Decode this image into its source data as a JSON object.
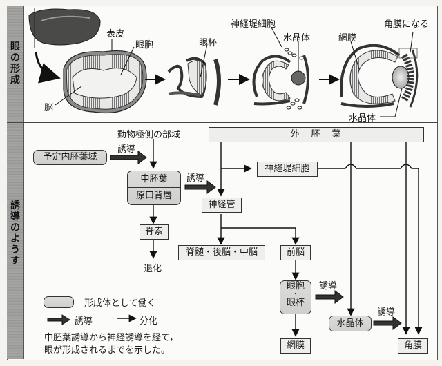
{
  "sections": {
    "eye_formation": {
      "label": "眼の形成"
    },
    "induction": {
      "label": "誘導のようす"
    }
  },
  "eye_formation": {
    "labels": {
      "epidermis": "表皮",
      "optic_vesicle": "眼胞",
      "brain": "脳",
      "optic_cup": "眼杯",
      "neural_crest_cells": "神経堤細胞",
      "lens_1": "水晶体",
      "retina": "網膜",
      "becomes_cornea": "角膜になる",
      "lens_2": "水晶体"
    }
  },
  "flow": {
    "animal_pole_region": "動物極側の部域",
    "induction_label": "誘導",
    "presumptive_endoderm": "予定内胚葉域",
    "mesoderm": "中胚葉",
    "dorsal_lip": "原口背唇",
    "notochord": "脊索",
    "regression": "退化",
    "ectoderm": "外　胚　葉",
    "neural_crest_cells": "神経堤細胞",
    "neural_tube": "神経管",
    "spinal_cord_group": "脊髄・後脳・中脳",
    "forebrain": "前脳",
    "optic_vesicle": "眼胞",
    "dot": "・",
    "optic_cup": "眼杯",
    "retina": "網膜",
    "lens": "水晶体",
    "cornea": "角膜"
  },
  "legend": {
    "organizer": "形成体として働く",
    "induction": "誘導",
    "differentiation": "分化"
  },
  "caption": {
    "line1": "中胚葉誘導から神経誘導を経て，",
    "line2": "眼が形成されるまでを示した。"
  },
  "colors": {
    "organizer_fill": "#d4d4d2",
    "box_fill": "#eeeeec",
    "line": "#1a1a1a",
    "sidebar": "#9e9e9c"
  }
}
